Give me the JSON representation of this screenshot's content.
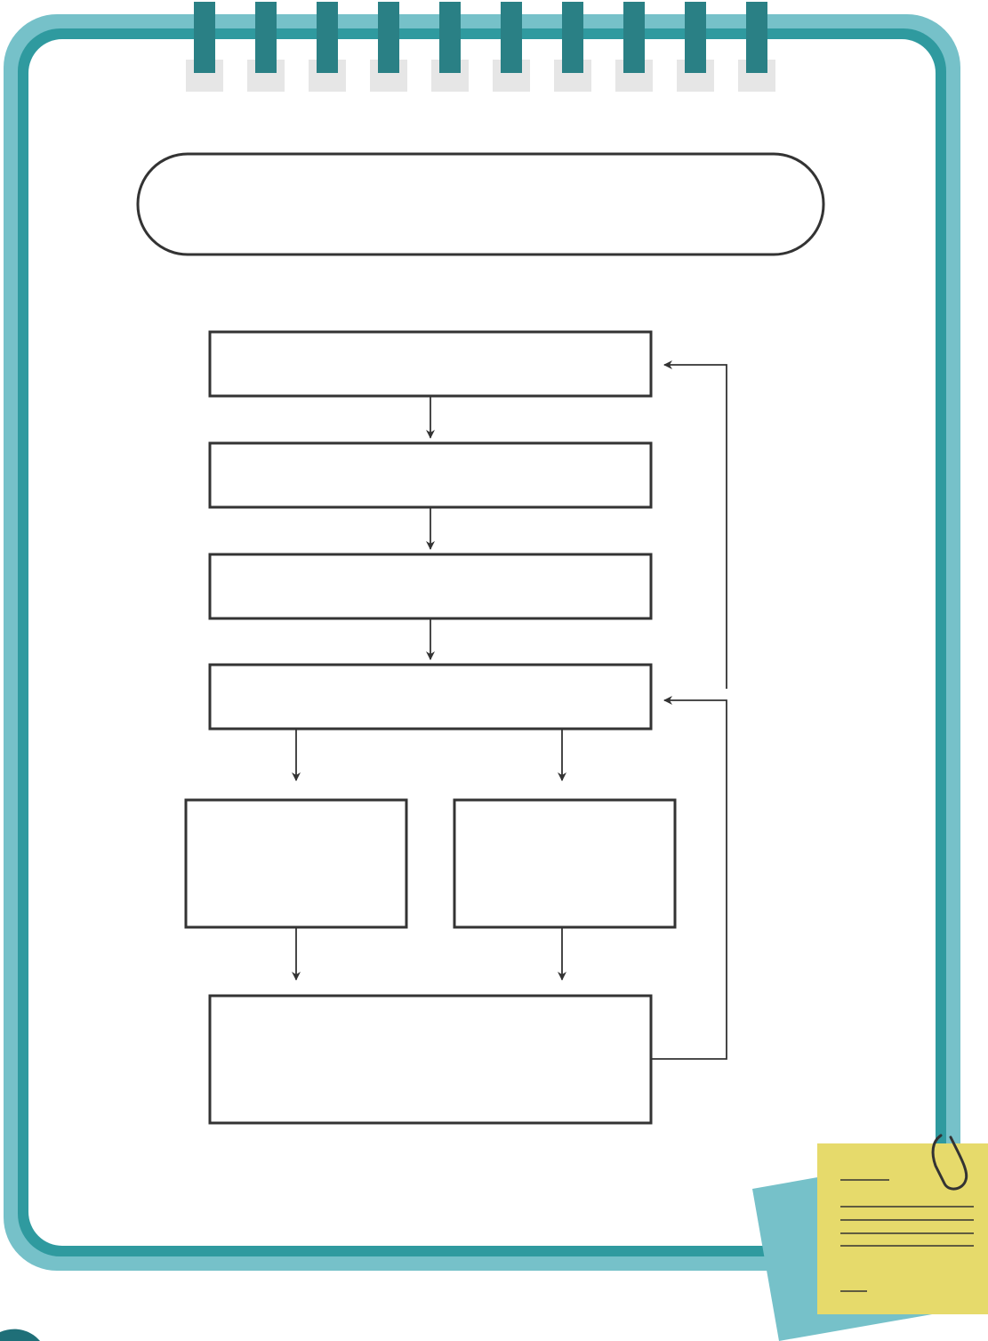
{
  "theme": {
    "frame_outer_color": "#76c1c9",
    "frame_inner_color": "#2f9a9f",
    "page_color": "#ffffff",
    "ring_color": "#2a8085",
    "ring_hole_color": "#e6e6e6",
    "line_color": "#333333",
    "sticky_note_color": "#e6da6b",
    "back_note_color": "#76c1c9",
    "corner_circle_color": "#1f6f78"
  },
  "title_box": {
    "text": ""
  },
  "flowchart": {
    "step_1": "",
    "step_2": "",
    "step_3": "",
    "step_4": "",
    "branch_left": "",
    "branch_right": "",
    "result": ""
  },
  "decorations": {
    "binding_rings": 10,
    "icons": [
      "spiral-binding",
      "paperclip-icon",
      "sticky-note"
    ]
  }
}
